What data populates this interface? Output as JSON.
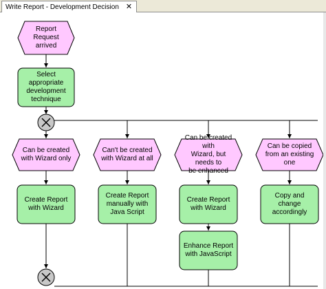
{
  "tab": {
    "title": "Write Report - Development Decision",
    "close_glyph": "✕"
  },
  "colors": {
    "event_fill": "#ffc8ff",
    "function_fill": "#a6f0a8",
    "connector_fill": "#c8c8c8",
    "stroke": "#000000"
  },
  "diagram": {
    "start_event": "Report Request\narrived",
    "select_function": "Select\nappropriate\ndevelopment\ntechnique",
    "split_operator": "XOR",
    "join_operator": "XOR",
    "branches": [
      {
        "event": "Can be created\nwith Wizard only",
        "functions": [
          "Create Report\nwith Wizard"
        ]
      },
      {
        "event": "Can't be created\nwith Wizard at all",
        "functions": [
          "Create Report\nmanually with\nJava Script"
        ]
      },
      {
        "event": "Can be created with\nWizard, but needs to\nbe enhanced",
        "functions": [
          "Create Report\nwith Wizard",
          "Enhance Report\nwith JavaScript"
        ]
      },
      {
        "event": "Can be copied\nfrom an existing\none",
        "functions": [
          "Copy and change\naccordingly"
        ]
      }
    ]
  }
}
